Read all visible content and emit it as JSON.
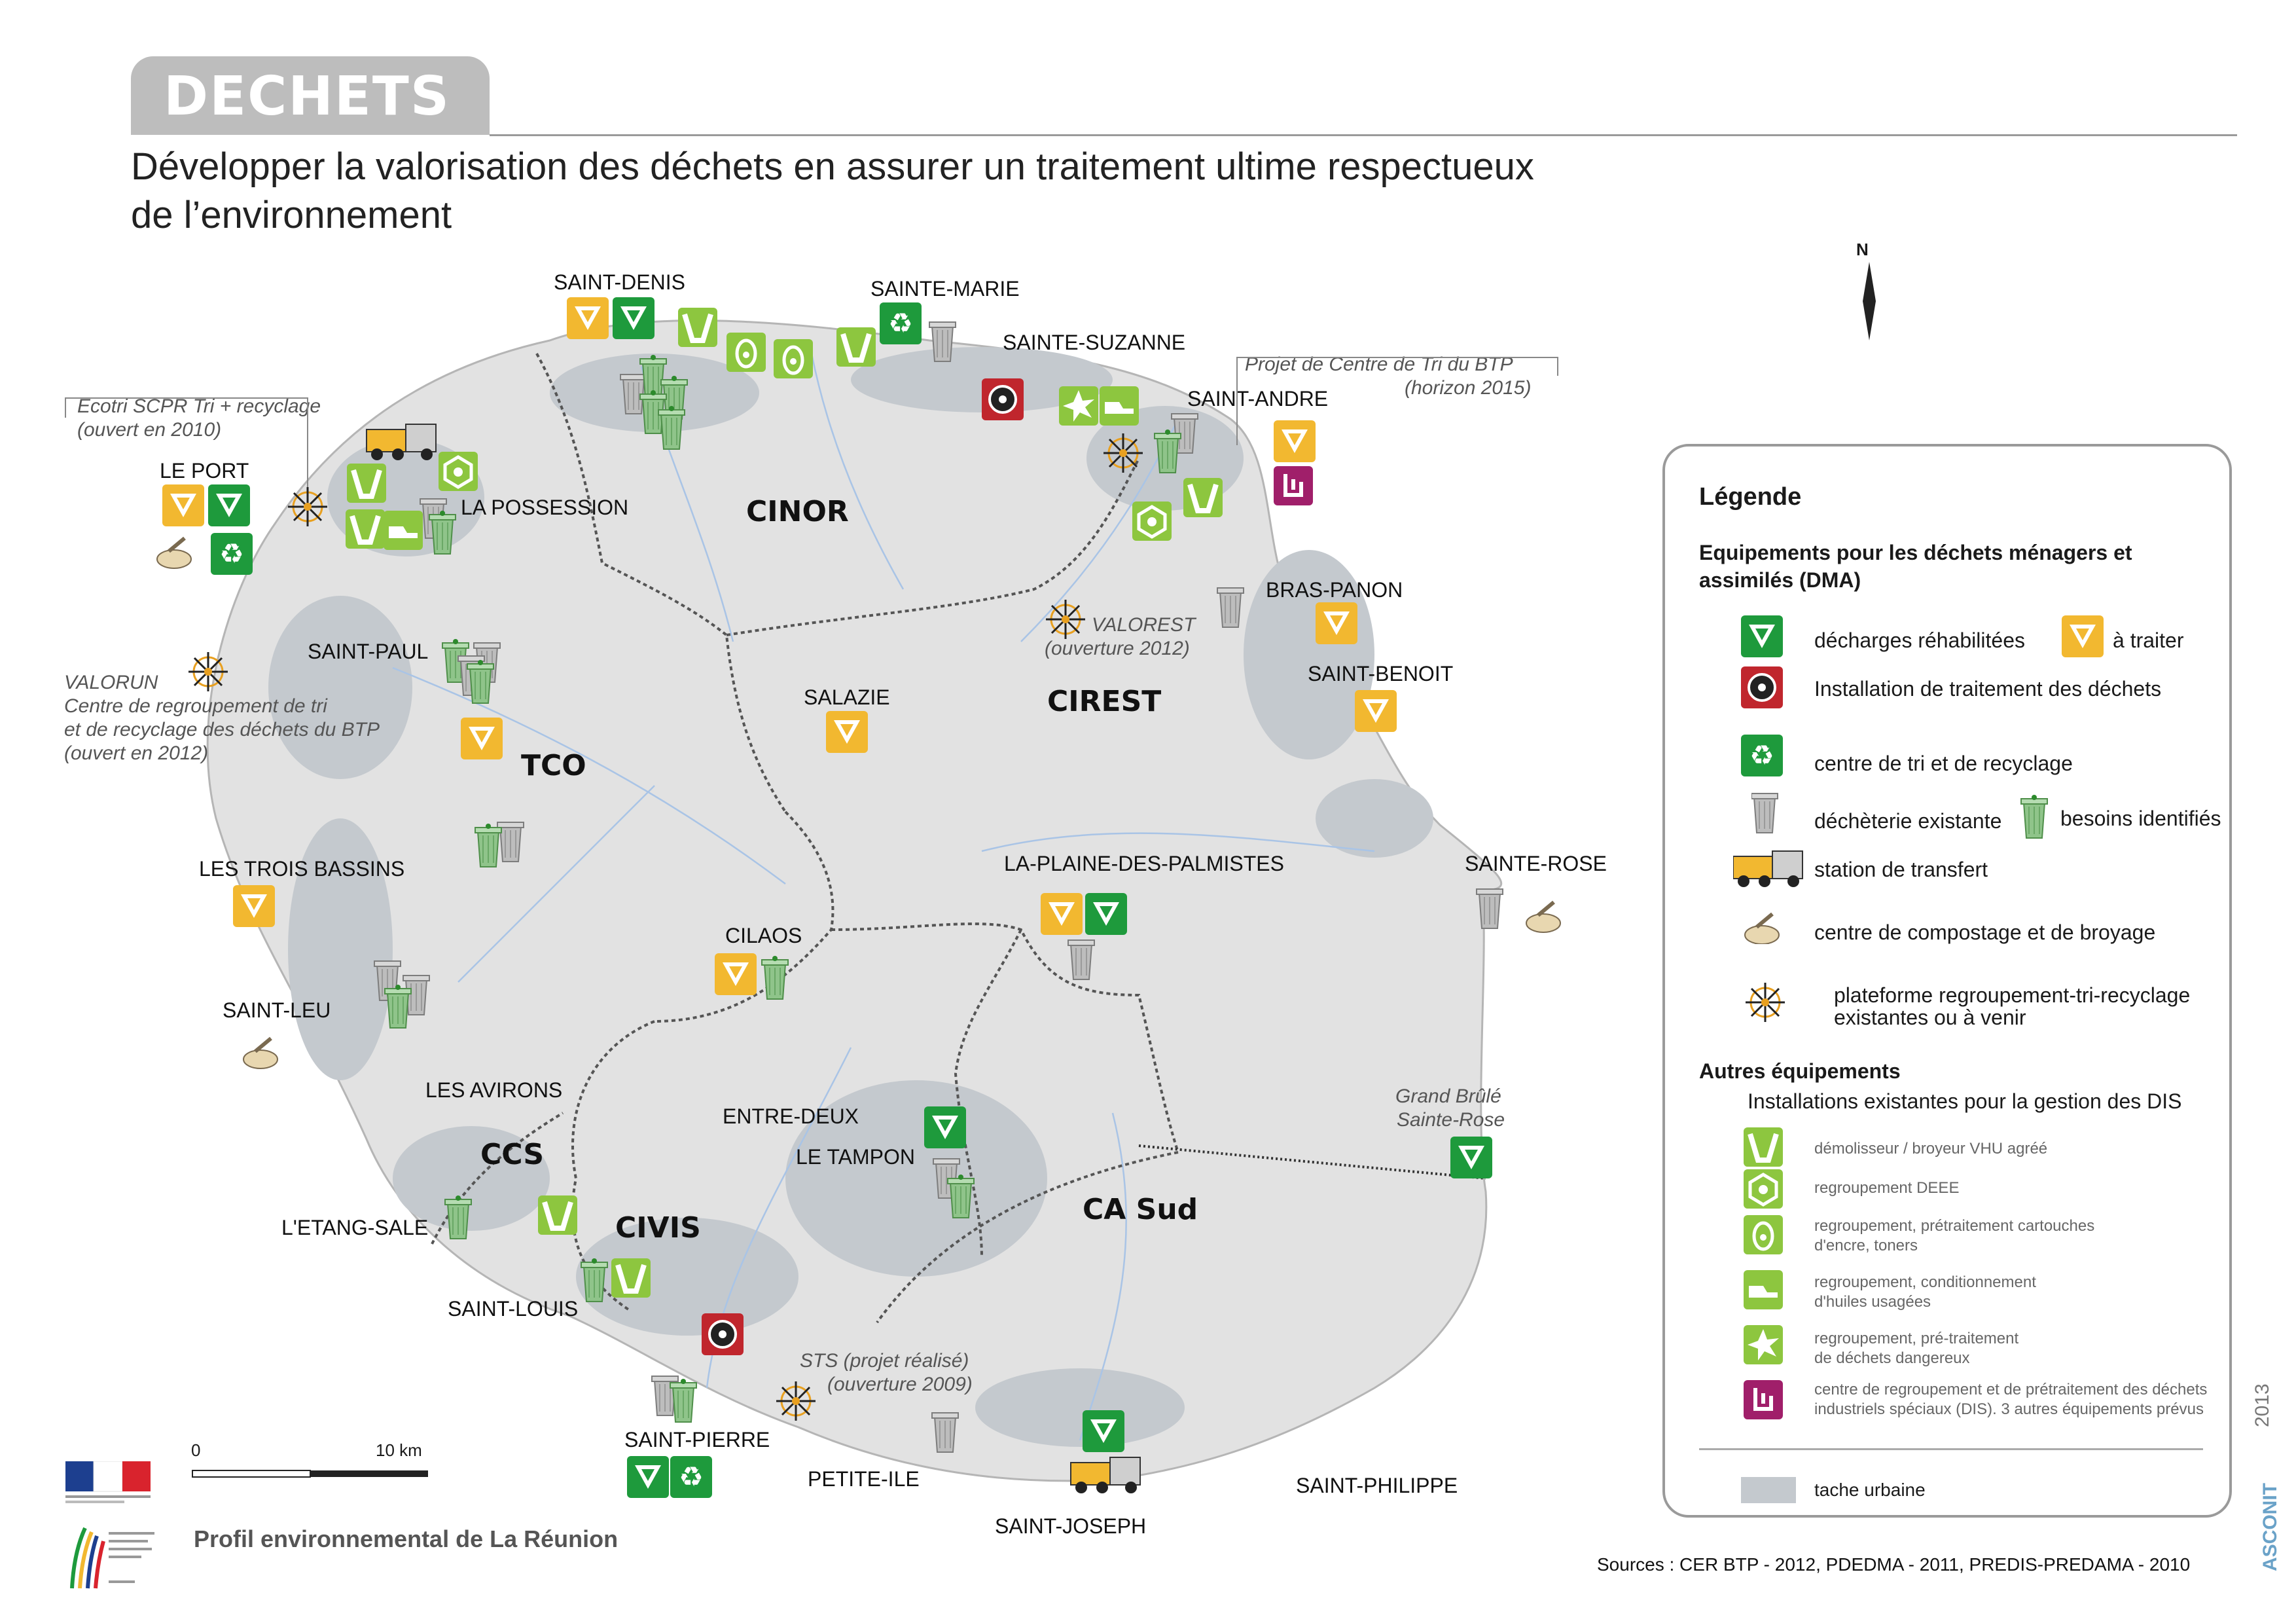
{
  "header": {
    "tab_title": "DECHETS",
    "subtitle_line1": "Développer la valorisation des déchets en assurer un traitement ultime respectueux",
    "subtitle_line2": "de l’environnement"
  },
  "north_label": "N",
  "scale": {
    "zero": "0",
    "ten": "10 km"
  },
  "places": {
    "saint_denis": "SAINT-DENIS",
    "sainte_marie": "SAINTE-MARIE",
    "sainte_suzanne": "SAINTE-SUZANNE",
    "saint_andre": "SAINT-ANDRE",
    "le_port": "LE PORT",
    "la_possession": "LA POSSESSION",
    "bras_panon": "BRAS-PANON",
    "saint_benoit": "SAINT-BENOIT",
    "saint_paul": "SAINT-PAUL",
    "salazie": "SALAZIE",
    "les_trois_bassins": "LES TROIS BASSINS",
    "la_plaine": "LA-PLAINE-DES-PALMISTES",
    "sainte_rose": "SAINTE-ROSE",
    "cilaos": "CILAOS",
    "saint_leu": "SAINT-LEU",
    "les_avirons": "LES AVIRONS",
    "entre_deux": "ENTRE-DEUX",
    "le_tampon": "LE TAMPON",
    "etang_sale": "L'ETANG-SALE",
    "saint_louis": "SAINT-LOUIS",
    "saint_pierre": "SAINT-PIERRE",
    "petite_ile": "PETITE-ILE",
    "saint_joseph": "SAINT-JOSEPH",
    "saint_philippe": "SAINT-PHILIPPE"
  },
  "zones": {
    "cinor": "CINOR",
    "cirest": "CIREST",
    "tco": "TCO",
    "ccs": "CCS",
    "civis": "CIVIS",
    "casud": "CA Sud"
  },
  "annotations": {
    "ecotri_1": "Ecotri SCPR Tri + recyclage",
    "ecotri_2": "(ouvert en 2010)",
    "projet_1": "Projet de Centre de Tri du BTP",
    "projet_2": "(horizon 2015)",
    "valorest_1": "VALOREST",
    "valorest_2": "(ouverture 2012)",
    "valorun_1": "VALORUN",
    "valorun_2": "Centre de regroupement de tri",
    "valorun_3": "et de recyclage des déchets du BTP",
    "valorun_4": "(ouvert en 2012)",
    "grand_brule_1": "Grand Brûlé",
    "grand_brule_2": "Sainte-Rose",
    "sts_1": "STS (projet réalisé)",
    "sts_2": "(ouverture 2009)"
  },
  "legend": {
    "title": "Légende",
    "dma_heading_1": "Equipements pour les déchets ménagers et",
    "dma_heading_2": "assimilés (DMA)",
    "decharges": "décharges réhabilitées",
    "a_traiter": "à traiter",
    "installation": "Installation de traitement des déchets",
    "tri": "centre de tri et de recyclage",
    "decheterie": "déchèterie existante",
    "besoins": "besoins identifiés",
    "transfert": "station de transfert",
    "compostage": "centre de compostage et de broyage",
    "plateforme_1": "plateforme regroupement-tri-recyclage",
    "plateforme_2": "existantes ou à venir",
    "autres_heading": "Autres équipements",
    "dis_heading": "Installations existantes pour la gestion des DIS",
    "vhu": "démolisseur / broyeur VHU agréé",
    "deee": "regroupement DEEE",
    "cartouches_1": "regroupement, prétraitement cartouches",
    "cartouches_2": "d'encre, toners",
    "huiles_1": "regroupement, conditionnement",
    "huiles_2": "d'huiles usagées",
    "dangereux_1": "regroupement, pré-traitement",
    "dangereux_2": "de déchets dangereux",
    "dis_1": "centre de regroupement et de prétraitement des déchets",
    "dis_2": "industriels spéciaux (DIS). 3 autres équipements prévus",
    "tache": "tache urbaine"
  },
  "footer": {
    "title": "Profil environnemental de La Réunion",
    "sources": "Sources : CER BTP - 2012, PDEDMA - 2011, PREDIS-PREDAMA - 2010",
    "year": "2013",
    "brand": "ASCONIT"
  },
  "colors": {
    "island": "#e2e2e2",
    "urban": "#c4c9ce",
    "river": "#a9c4e6",
    "yellow": "#f2b830",
    "green": "#1e9a3c",
    "lime": "#8dc63f",
    "red": "#c0262d",
    "purple": "#a01f6a",
    "bin_grey": "#b8b8b8",
    "bin_green": "#8fc48a"
  }
}
